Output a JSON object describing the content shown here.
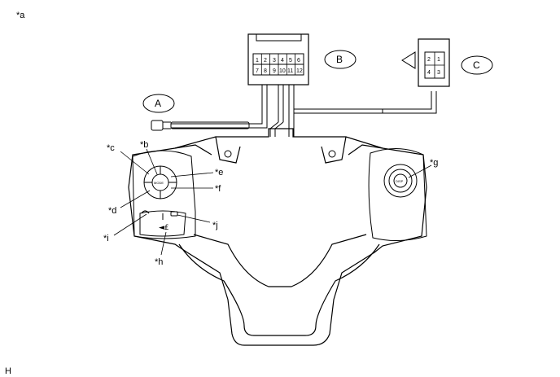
{
  "diagram": {
    "corner_label": "*a",
    "footer_label": "H",
    "callouts": {
      "a": "A",
      "b": "B",
      "c": "C"
    },
    "labels": {
      "b": "*b",
      "c": "*c",
      "d": "*d",
      "e": "*e",
      "f": "*f",
      "g": "*g",
      "h": "*h",
      "i": "*i",
      "j": "*j"
    },
    "connector_b_pins": [
      "1",
      "2",
      "3",
      "4",
      "5",
      "6",
      "7",
      "8",
      "9",
      "10",
      "11",
      "12"
    ],
    "connector_c_pins": [
      "2",
      "1",
      "4",
      "3"
    ],
    "button_text": {
      "mode": "MODE",
      "disp": "DISP"
    }
  }
}
